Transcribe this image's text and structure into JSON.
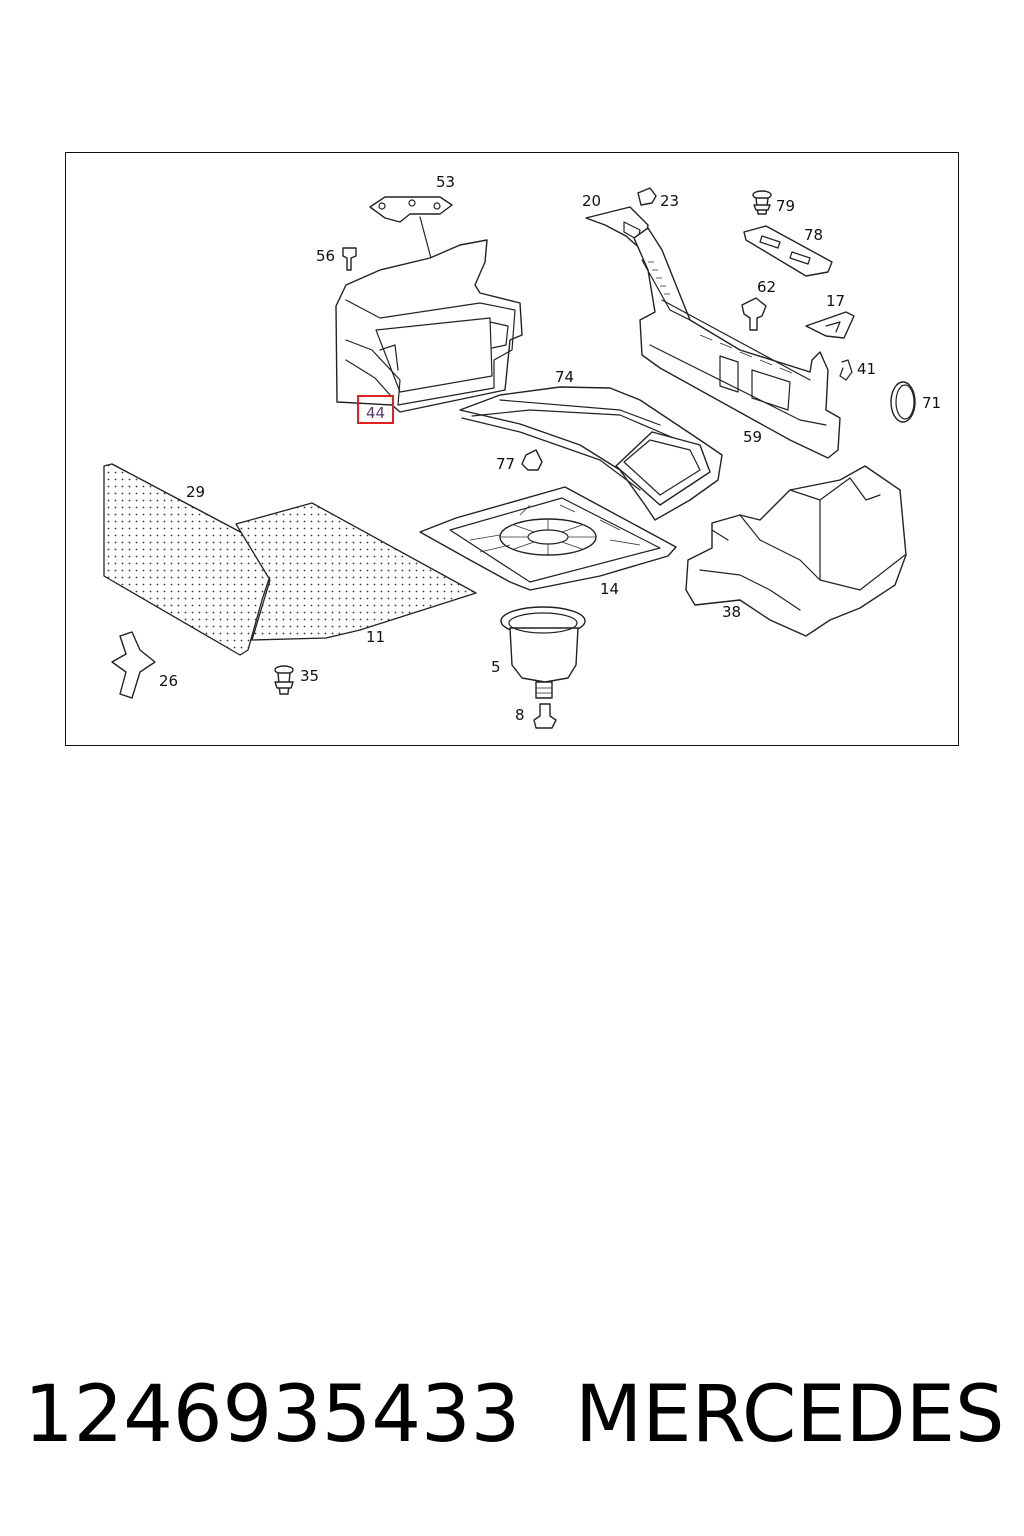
{
  "diagram": {
    "callouts": {
      "c53": "53",
      "c56": "56",
      "c20": "20",
      "c23": "23",
      "c79": "79",
      "c78": "78",
      "c62": "62",
      "c17": "17",
      "c41": "41",
      "c71": "71",
      "c74": "74",
      "c59": "59",
      "c44": "44",
      "c77": "77",
      "c29": "29",
      "c14": "14",
      "c11": "11",
      "c38": "38",
      "c5": "5",
      "c26": "26",
      "c35": "35",
      "c8": "8"
    },
    "highlighted_callout": "44",
    "highlight_color": "#dd2222"
  },
  "footer": {
    "part_number": "1246935433",
    "brand": "MERCEDES"
  }
}
